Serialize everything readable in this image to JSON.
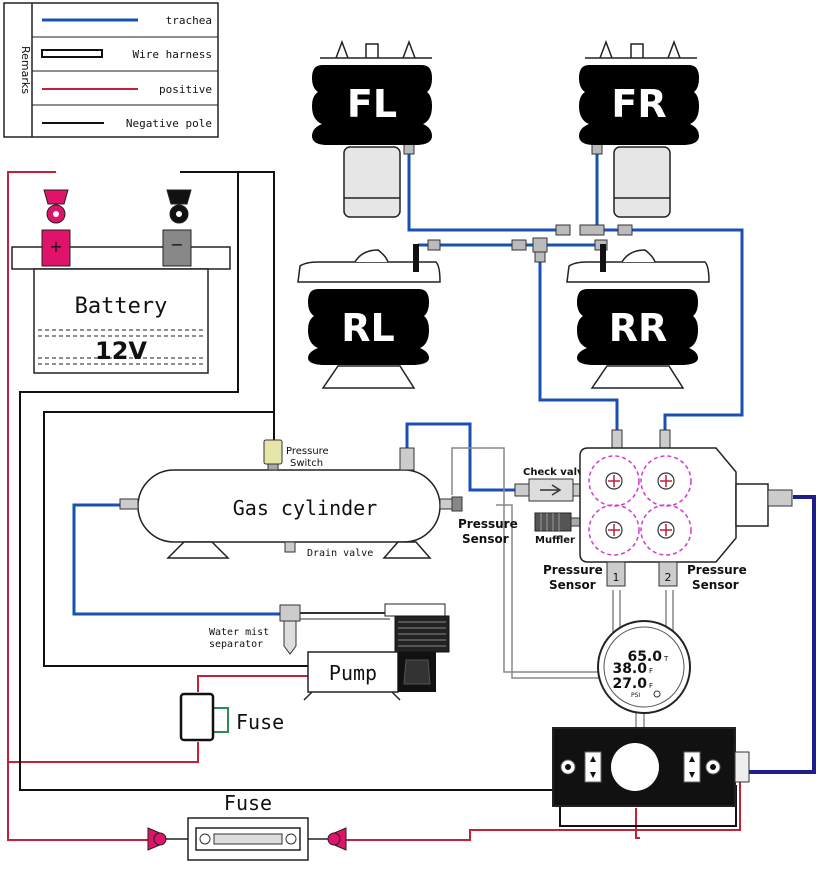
{
  "remarks": {
    "header": "Remarks",
    "items": [
      {
        "label": "trachea",
        "color": "#1a4fb5"
      },
      {
        "label": "Wire harness",
        "color": "#111111"
      },
      {
        "label": "positive",
        "color": "#c2213a"
      },
      {
        "label": "Negative pole",
        "color": "#111111"
      }
    ]
  },
  "airbags": {
    "fl": "FL",
    "fr": "FR",
    "rl": "RL",
    "rr": "RR"
  },
  "battery": {
    "title": "Battery",
    "voltage": "12V",
    "plus": "+",
    "minus": "−",
    "positive_color": "#e0136b"
  },
  "components": {
    "gas_cylinder": "Gas cylinder",
    "pressure_switch": [
      "Pressure",
      "Switch"
    ],
    "drain_valve": "Drain valve",
    "pressure_sensor_tank": [
      "Pressure",
      "Sensor"
    ],
    "check_valve": "Check valve",
    "muffler": "Muffler",
    "pressure_sensor_left": [
      "Pressure",
      "Sensor"
    ],
    "pressure_sensor_right": [
      "Pressure",
      "Sensor"
    ],
    "water_mist": [
      "Water mist",
      "separator"
    ],
    "pump": "Pump",
    "fuse_1": "Fuse",
    "fuse_2": "Fuse"
  },
  "gauge": {
    "value_top": "65.0",
    "unit_top": "T",
    "value_mid": "38.0",
    "unit_mid": "F",
    "value_bot": "27.0",
    "unit_bot": "F",
    "unit_label": "PSI"
  },
  "valve_ports": [
    "1",
    "2"
  ],
  "colors": {
    "air_line": "#1a4fb5",
    "positive_wire": "#c2213a",
    "negative_wire": "#111111",
    "controller_wire": "#1e1e8c",
    "fuse_wire": "#2e8b57",
    "valve_circle": "#d13bd1"
  }
}
